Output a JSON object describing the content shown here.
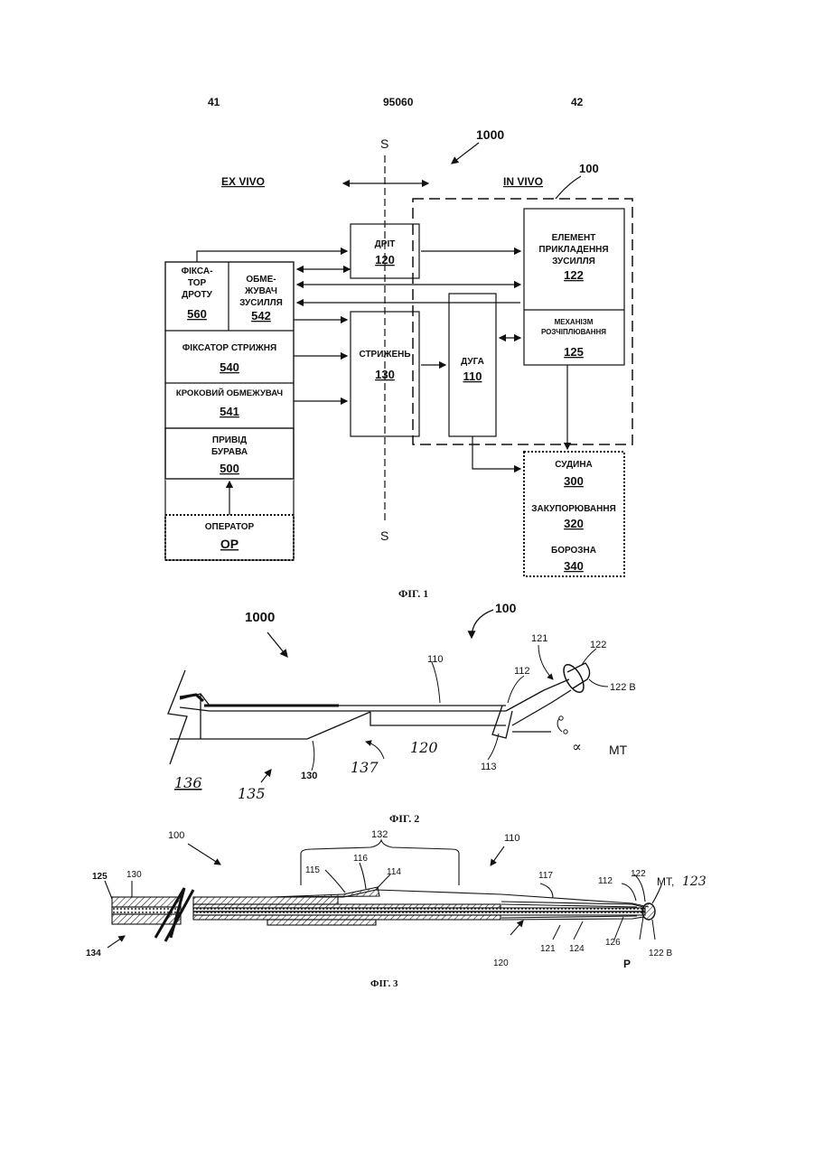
{
  "header": {
    "page_left": "41",
    "doc_number": "95060",
    "page_right": "42"
  },
  "fig1": {
    "system_label": "1000",
    "device_label": "100",
    "axis_top": "S",
    "axis_bottom": "S",
    "ex_vivo": "EX VIVO",
    "in_vivo": "IN VIVO",
    "wire": {
      "line1": "ДРІТ",
      "num": "120"
    },
    "wire_fixer": {
      "line1": "ФІКСА-",
      "line2": "ТОР",
      "line3": "ДРОТУ",
      "num": "560"
    },
    "force_limiter": {
      "line1": "ОБМЕ-",
      "line2": "ЖУВАЧ",
      "line3": "ЗУСИЛЛЯ",
      "num": "542"
    },
    "rod_fixer": {
      "label": "ФІКСАТОР СТРИЖНЯ",
      "num": "540"
    },
    "step_limiter": {
      "label": "КРОКОВИЙ ОБМЕЖУВАЧ",
      "num": "541"
    },
    "drill_drive": {
      "line1": "ПРИВІД",
      "line2": "БУРАВА",
      "num": "500"
    },
    "operator": {
      "label": "ОПЕРАТОР",
      "num": "OP"
    },
    "rod": {
      "label": "СТРИЖЕНЬ",
      "num": "130"
    },
    "arc": {
      "label": "ДУГА",
      "num": "110"
    },
    "force_element": {
      "line1": "ЕЛЕМЕНТ",
      "line2": "ПРИКЛАДЕННЯ",
      "line3": "ЗУСИЛЛЯ",
      "num": "122"
    },
    "release": {
      "line1": "МЕХАНІЗМ",
      "line2": "РОЗЧІПЛЮВАННЯ",
      "num": "125"
    },
    "vessel": {
      "label": "СУДИНА",
      "num": "300"
    },
    "occlusion": {
      "label": "ЗАКУПОРЮВАННЯ",
      "num": "320"
    },
    "groove": {
      "label": "БОРОЗНА",
      "num": "340"
    },
    "caption": "ФІГ. 1"
  },
  "fig2": {
    "labels": {
      "l1000": "1000",
      "l100": "100",
      "l110": "110",
      "l112": "112",
      "l121": "121",
      "l122": "122",
      "l122b": "122 B",
      "mt": "MT",
      "alpha": "∝",
      "l120": "120",
      "l113": "113",
      "l130": "130",
      "l137": "137",
      "l136": "136",
      "l135": "135"
    },
    "caption": "ФІГ. 2"
  },
  "fig3": {
    "labels": {
      "l100": "100",
      "l132": "132",
      "l110": "110",
      "l125": "125",
      "l130": "130",
      "l115": "115",
      "l116": "116",
      "l114": "114",
      "l117": "117",
      "l112": "112",
      "l122": "122",
      "mt": "MT,",
      "l123": "123",
      "l134": "134",
      "l120": "120",
      "l121": "121",
      "l124": "124",
      "l126": "126",
      "p": "P",
      "l122b": "122 B"
    },
    "caption": "ФІГ. 3"
  }
}
